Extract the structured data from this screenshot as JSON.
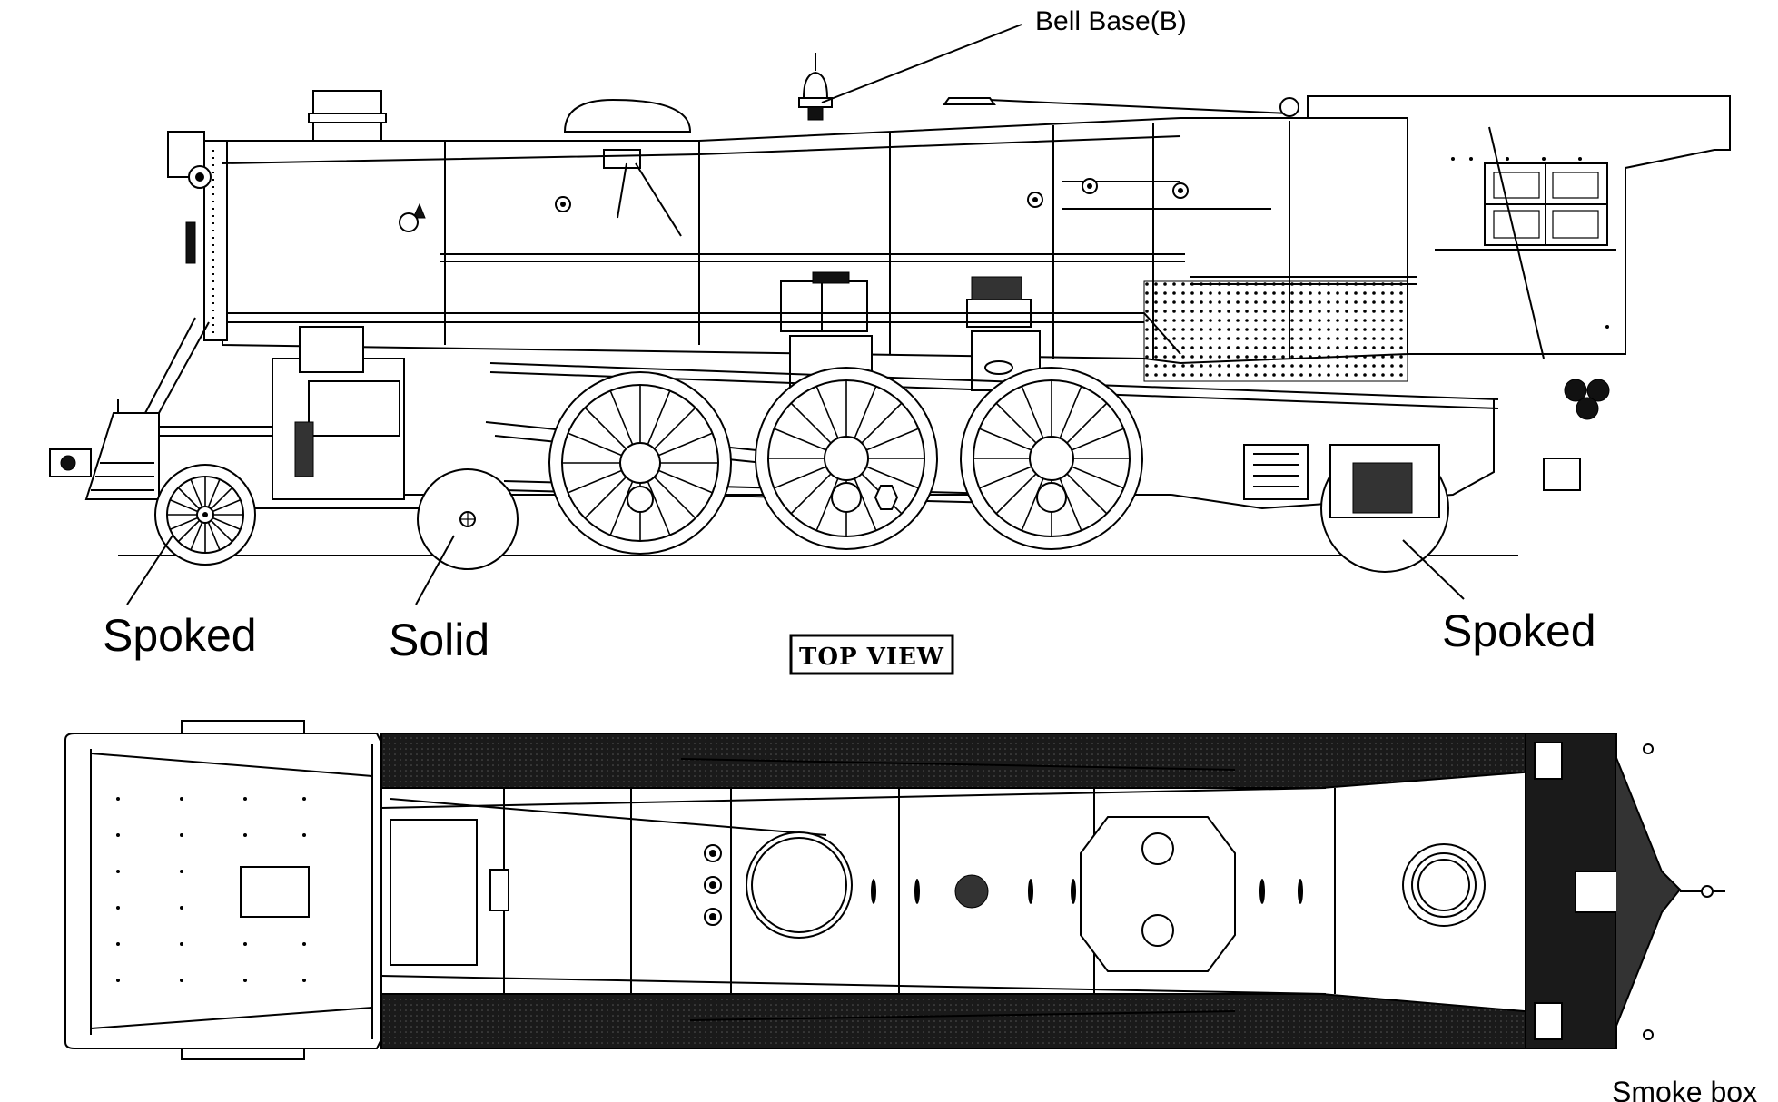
{
  "callouts": {
    "bell_base": "Bell Base(B)",
    "pilot_wheel": "Spoked",
    "trailing_truck_front": "Solid",
    "trailing_truck_rear": "Spoked",
    "smoke_box": "Smoke box"
  },
  "views": {
    "top_view_title": "TOP VIEW"
  }
}
